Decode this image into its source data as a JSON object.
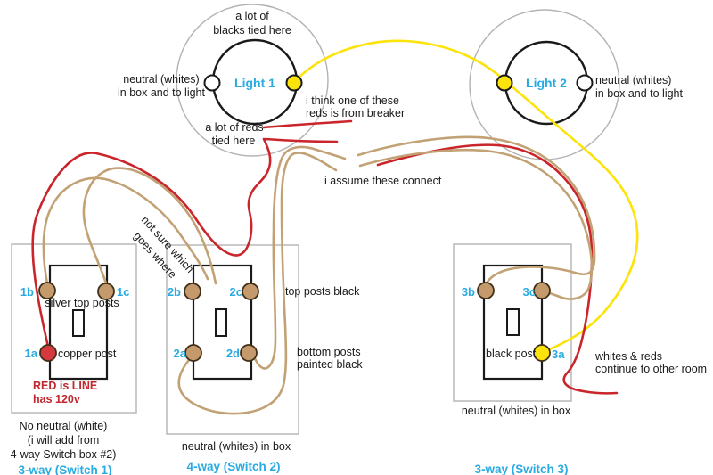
{
  "colors": {
    "wire_red": "#c9252b",
    "wire_tan": "#c2a274",
    "wire_yellow": "#fbe30b",
    "outline_gray": "#b3b3b3",
    "outline_black": "#1a1a1a",
    "label_blue": "#29abe2",
    "text_red": "#c1272d",
    "post_brass": "#c49a6c",
    "post_copper": "#d6393d",
    "post_yellow": "#fbe30b",
    "dot_white": "#ffffff"
  },
  "light1": {
    "label": "Light 1",
    "blacks_l1": "a lot of",
    "blacks_l2": "blacks tied here",
    "neutral_l1": "neutral (whites)",
    "neutral_l2": "in box and to light",
    "reds_l1": "a lot of reds",
    "reds_l2": "tied here"
  },
  "light2": {
    "label": "Light 2",
    "neutral_l1": "neutral (whites)",
    "neutral_l2": "in box and to light"
  },
  "notes": {
    "breaker_l1": "i think one of these",
    "breaker_l2": "reds is from breaker",
    "connect": "i assume these connect",
    "unsure_l1": "not sure which",
    "unsure_l2": "goes where",
    "continue_l1": "whites & reds",
    "continue_l2": "continue to other room"
  },
  "switch1": {
    "title": "3-way (Switch 1)",
    "post_a": "1a",
    "post_b": "1b",
    "post_c": "1c",
    "silver_note": "silver top posts",
    "copper_note": "copper post",
    "line_note_l1": "RED is LINE",
    "line_note_l2": "has 120v",
    "caption_l1": "No neutral (white)",
    "caption_l2": "(i will add from",
    "caption_l3": "4-way Switch box #2)"
  },
  "switch2": {
    "title": "4-way (Switch 2)",
    "post_a": "2a",
    "post_b": "2b",
    "post_c": "2c",
    "post_d": "2d",
    "top_note": "top posts black",
    "bottom_note_l1": "bottom posts",
    "bottom_note_l2": "painted black",
    "caption": "neutral (whites) in box"
  },
  "switch3": {
    "title": "3-way (Switch 3)",
    "post_a": "3a",
    "post_b": "3b",
    "post_c": "3c",
    "black_post_note": "black post",
    "caption": "neutral (whites) in box"
  }
}
